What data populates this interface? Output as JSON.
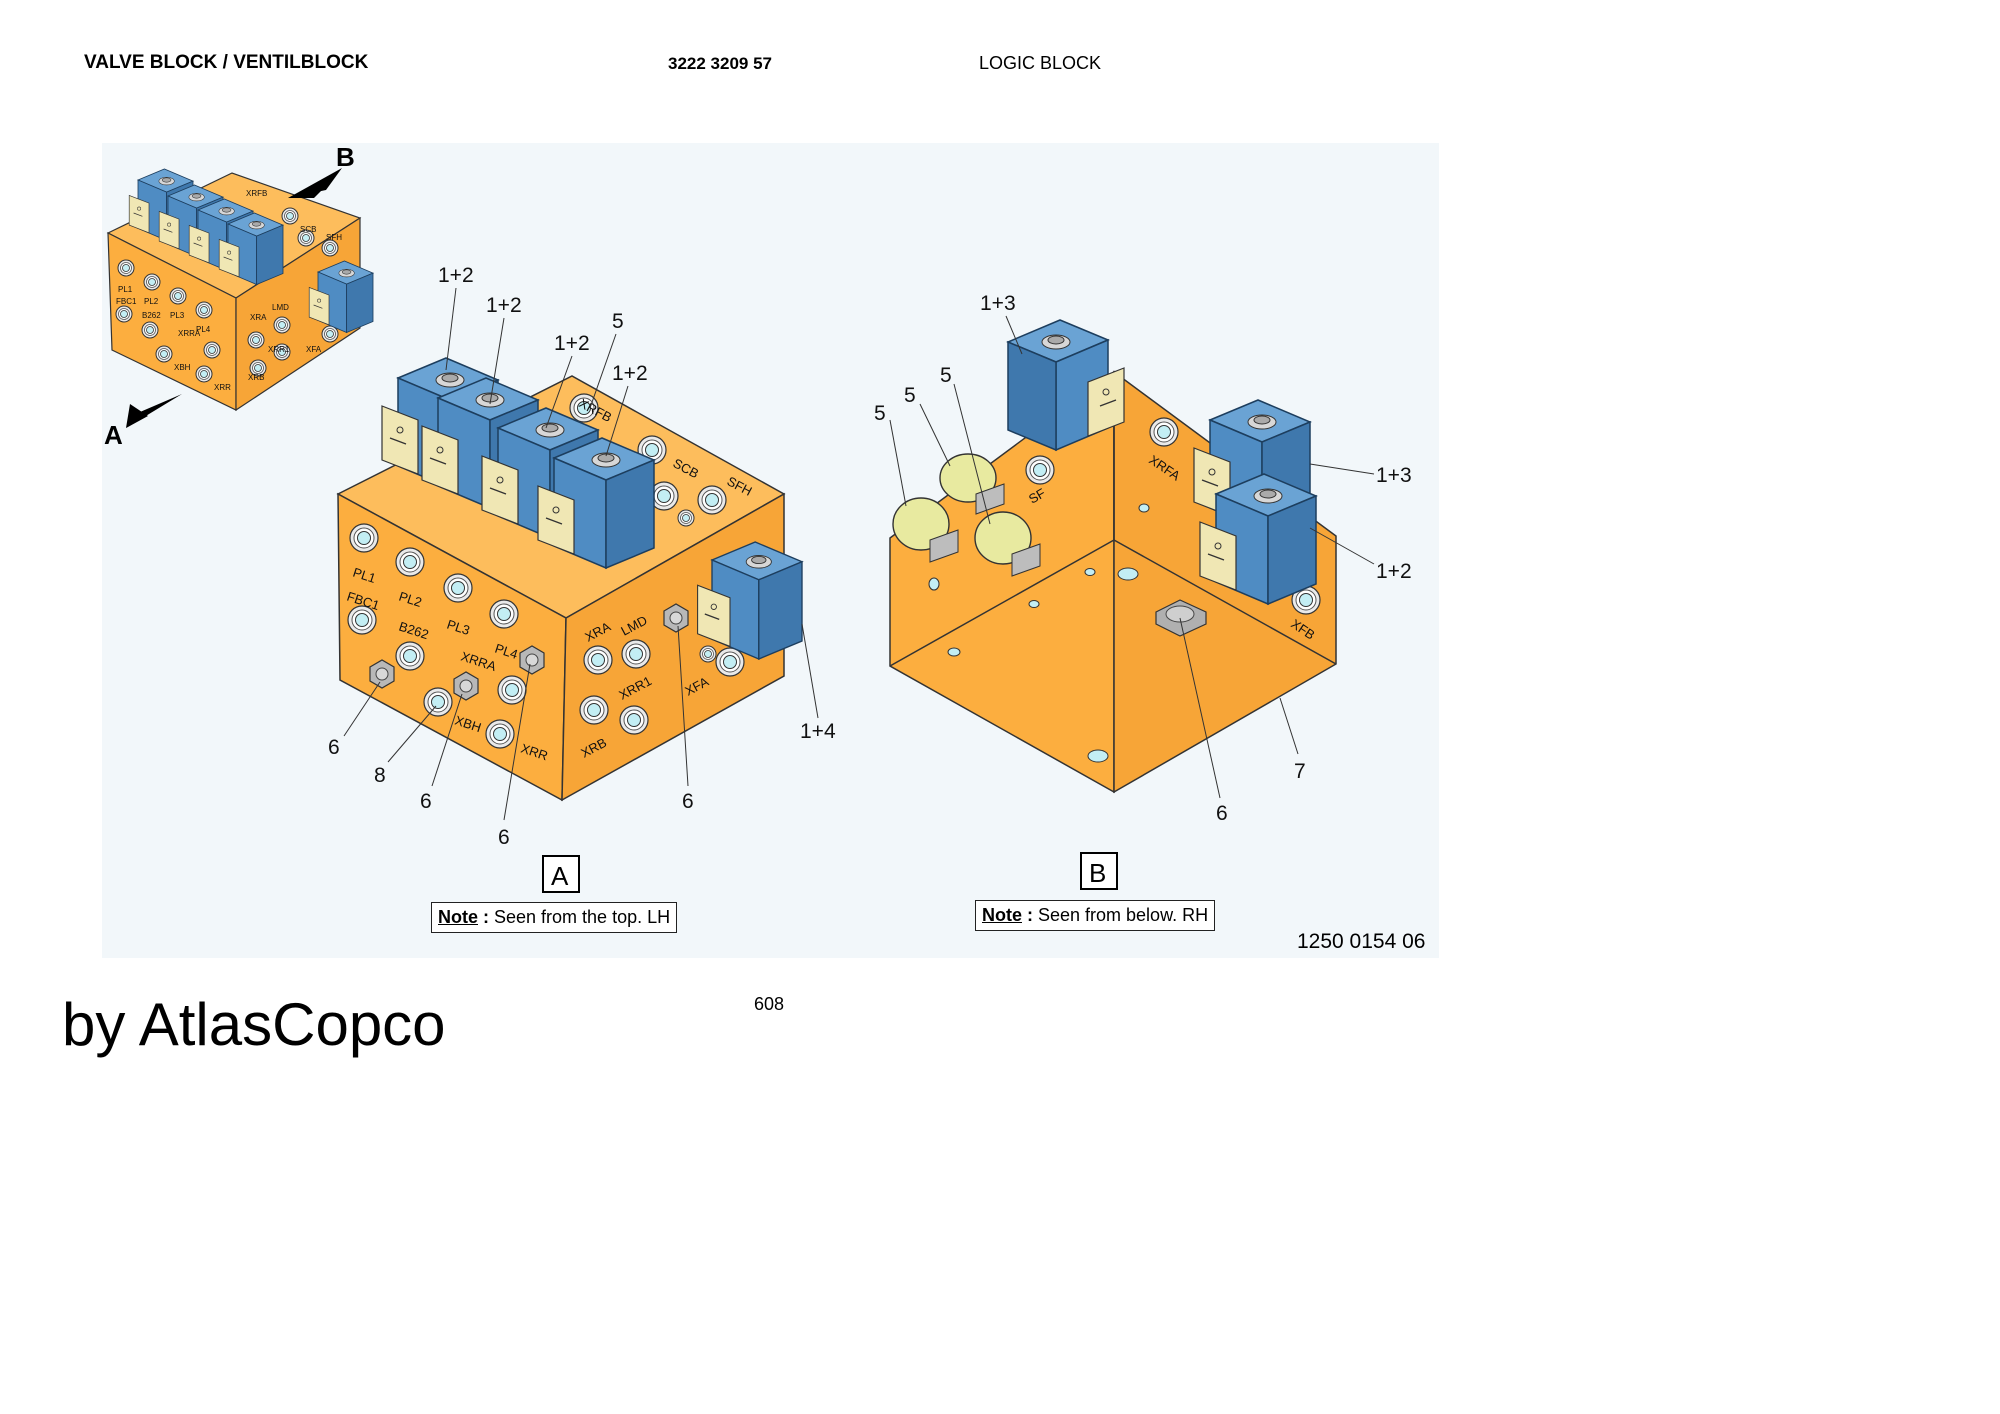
{
  "header": {
    "title": "VALVE BLOCK / VENTILBLOCK",
    "part_number": "3222 3209 57",
    "subtitle": "LOGIC BLOCK"
  },
  "overview": {
    "arrow_a_label": "A",
    "arrow_b_label": "B",
    "ports": [
      "PL1",
      "PL2",
      "PL3",
      "PL4",
      "FBC1",
      "B262",
      "XRRA",
      "XBH",
      "XRR",
      "XRA",
      "LMD",
      "XRR1",
      "XFA",
      "XRB",
      "XRFB",
      "SCB",
      "SFH"
    ]
  },
  "view_a": {
    "letter": "A",
    "note_label": "Note",
    "note_text": "Seen from the top. LH",
    "ports": {
      "pl1": "PL1",
      "pl2": "PL2",
      "pl3": "PL3",
      "pl4": "PL4",
      "fbc1": "FBC1",
      "b262": "B262",
      "xrra": "XRRA",
      "xbh": "XBH",
      "xrr": "XRR",
      "xra": "XRA",
      "lmd": "LMD",
      "xrr1": "XRR1",
      "xfa": "XFA",
      "xrb": "XRB",
      "xrfb": "XRFB",
      "scb": "SCB",
      "sfh": "SFH"
    },
    "callouts": [
      "1+2",
      "1+2",
      "1+2",
      "1+2",
      "5",
      "1+4",
      "6",
      "8",
      "6",
      "6",
      "6"
    ]
  },
  "view_b": {
    "letter": "B",
    "note_label": "Note",
    "note_text": "Seen from below. RH",
    "ports": {
      "xrfa": "XRFA",
      "sf": "SF",
      "xfb": "XFB"
    },
    "callouts": [
      "1+3",
      "5",
      "5",
      "5",
      "1+3",
      "1+2",
      "7",
      "6"
    ]
  },
  "drawing_number": "1250 0154 06",
  "page_number": "608",
  "brand": "by AtlasCopco",
  "colors": {
    "block_orange": "#fcae3f",
    "solenoid_blue": "#4f8cc3",
    "connector_cream": "#f0e7b4",
    "port_cyan": "#c3eef4",
    "plug_yellow": "#e8eaa0",
    "panel_bg": "#f2f7fa"
  },
  "icons": [
    "arrow-a-icon",
    "arrow-b-icon",
    "solenoid-icon",
    "port-icon",
    "plug-icon"
  ]
}
